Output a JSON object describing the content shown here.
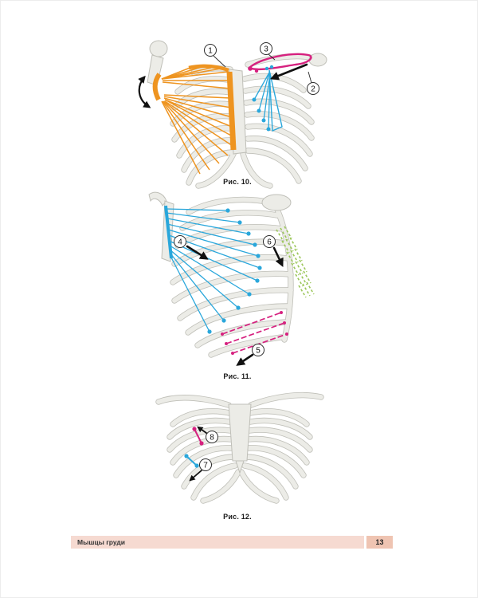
{
  "page": {
    "footer": {
      "section_title": "Мышцы груди",
      "page_number": "13"
    }
  },
  "figures": [
    {
      "caption": "Рис. 10.",
      "callouts": [
        "1",
        "2",
        "3"
      ]
    },
    {
      "caption": "Рис. 11.",
      "callouts": [
        "4",
        "5",
        "6"
      ]
    },
    {
      "caption": "Рис. 12.",
      "callouts": [
        "7",
        "8"
      ]
    }
  ],
  "colors": {
    "muscle_orange": "#EE9420",
    "muscle_cyan": "#2AA7DB",
    "muscle_magenta": "#D6217F",
    "muscle_green": "#9CC75B",
    "bone_fill": "#ECECE7",
    "bone_outline": "#BFBFB8",
    "footer_bar_bg": "#F6DAD1",
    "page_number_bg": "#EFC4B2"
  }
}
